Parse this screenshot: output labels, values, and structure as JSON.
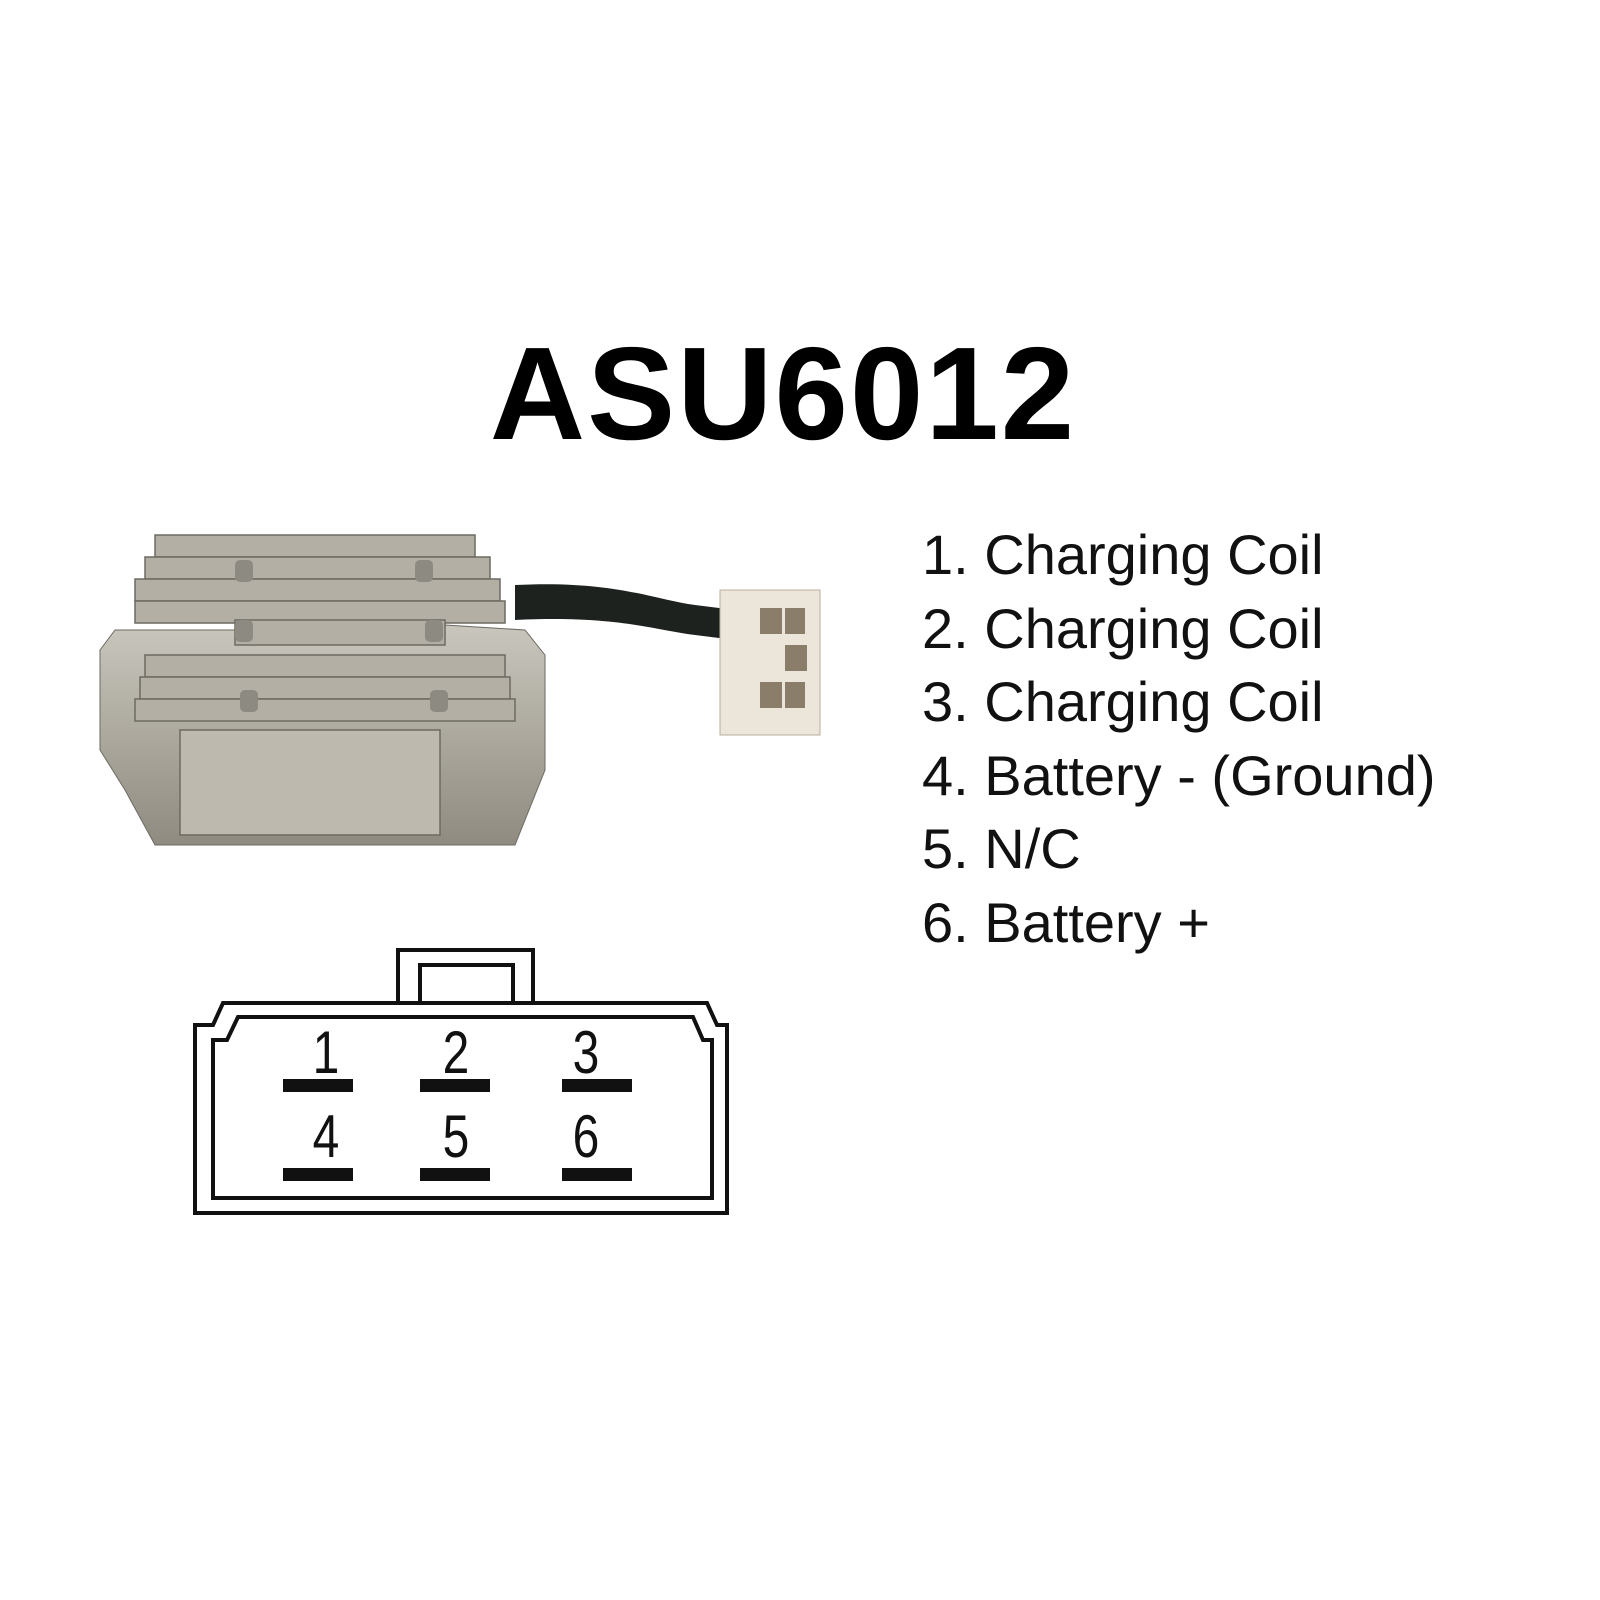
{
  "title": "ASU6012",
  "pins": [
    {
      "number": "1",
      "label": "1. Charging Coil"
    },
    {
      "number": "2",
      "label": "2. Charging Coil"
    },
    {
      "number": "3",
      "label": "3. Charging Coil"
    },
    {
      "number": "4",
      "label": "4. Battery - (Ground)"
    },
    {
      "number": "5",
      "label": "5. N/C"
    },
    {
      "number": "6",
      "label": "6. Battery +"
    }
  ]
}
